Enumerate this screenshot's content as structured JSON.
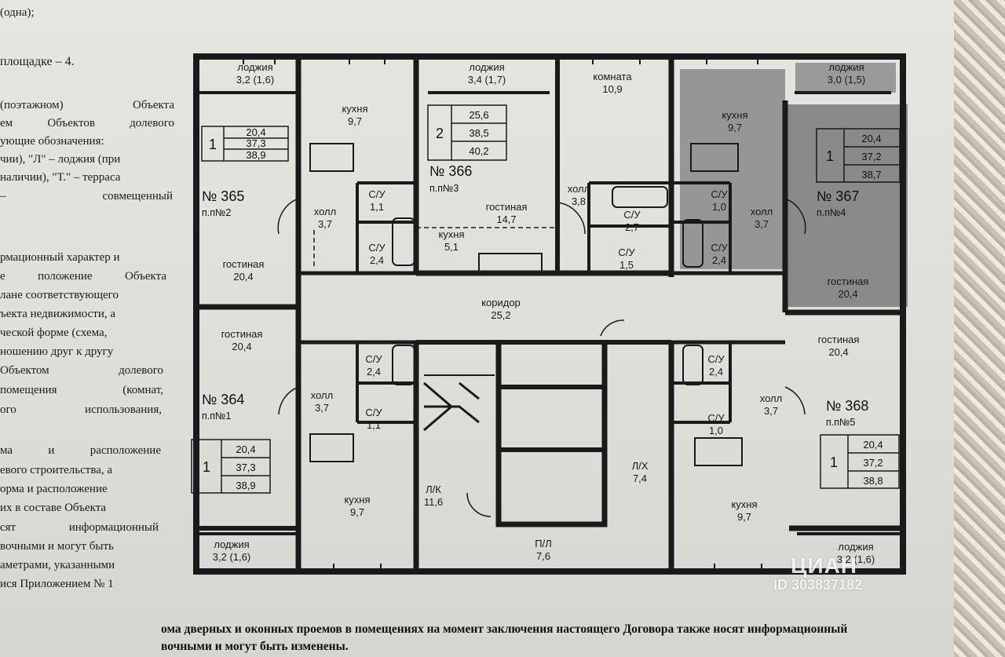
{
  "left_text": [
    "(одна);",
    "площадке – 4.",
    "(поэтажном)     Объекта",
    "ем   Объектов   долевого",
    "ующие обозначения:",
    "чии), \"Л\" – лоджия (при",
    "наличии), \"Т.\" – терраса",
    "–      совмещенный",
    "рмационный характер и",
    "е   положение   Объекта",
    "лане соответствующего",
    "ъекта недвижимости, а",
    "ческой форме (схема,",
    "ношению друг к другу",
    "Объектом     долевого",
    "помещения       (комнат,",
    "ого      использования,",
    "ма      и     расположение",
    "евого строительства, а",
    "орма и расположение",
    "их в составе Объекта",
    "сят    информационный",
    "вочными и могут быть",
    "аметрами, указанными",
    "ися Приложением № 1"
  ],
  "bottom_text": [
    "ома дверных и оконных проемов в помещениях на момент заключения настоящего Договора также носят информационный",
    "вочными и могут быть изменены."
  ],
  "rooms": {
    "r365_loggia": "лоджия",
    "r365_loggia_area": "3,2 (1,6)",
    "r365_kitchen": "кухня",
    "r365_kitchen_area": "9,7",
    "r365_hall": "холл",
    "r365_hall_area": "3,7",
    "r365_wc1": "С/У",
    "r365_wc1_area": "1,1",
    "r365_wc2": "С/У",
    "r365_wc2_area": "2,4",
    "r365_living": "гостиная",
    "r365_living_area": "20,4",
    "r366_loggia": "лоджия",
    "r366_loggia_area": "3,4 (1,7)",
    "r366_room": "комната",
    "r366_room_area": "10,9",
    "r366_hall": "холл",
    "r366_hall_area": "3,8",
    "r366_living": "гостиная",
    "r366_living_area": "14,7",
    "r366_kitchen": "кухня",
    "r366_kitchen_area": "5,1",
    "r366_wc1": "С/У",
    "r366_wc1_area": "2,7",
    "r366_wc2": "С/У",
    "r366_wc2_area": "1,5",
    "r367_loggia": "лоджия",
    "r367_loggia_area": "3,0 (1,5)",
    "r367_kitchen": "кухня",
    "r367_kitchen_area": "9,7",
    "r367_wc1": "С/У",
    "r367_wc1_area": "1,0",
    "r367_wc2": "С/У",
    "r367_wc2_area": "2,4",
    "r367_hall": "холл",
    "r367_hall_area": "3,7",
    "r367_living": "гостиная",
    "r367_living_area": "20,4",
    "corridor": "коридор",
    "corridor_area": "25,2",
    "r364_living": "гостиная",
    "r364_living_area": "20,4",
    "r364_wc1": "С/У",
    "r364_wc1_area": "2,4",
    "r364_wc2": "С/У",
    "r364_wc2_area": "1,1",
    "r364_hall": "холл",
    "r364_hall_area": "3,7",
    "r364_kitchen": "кухня",
    "r364_kitchen_area": "9,7",
    "r364_loggia": "лоджия",
    "r364_loggia_area": "3,2 (1,6)",
    "stair": "Л/К",
    "stair_area": "11,6",
    "lift_hall": "Л/Х",
    "lift_hall_area": "7,4",
    "pl": "П/Л",
    "pl_area": "7,6",
    "r368_living": "гостиная",
    "r368_living_area": "20,4",
    "r368_wc1": "С/У",
    "r368_wc1_area": "2,4",
    "r368_wc2": "С/У",
    "r368_wc2_area": "1,0",
    "r368_hall": "холл",
    "r368_hall_area": "3,7",
    "r368_kitchen": "кухня",
    "r368_kitchen_area": "9,7",
    "r368_loggia": "лоджия",
    "r368_loggia_area": "3,2 (1,6)"
  },
  "apartments": {
    "a365": {
      "number": "№ 365",
      "pp": "п.п№2",
      "rooms": "1",
      "a": "20,4",
      "b": "37,3",
      "c": "38,9"
    },
    "a366": {
      "number": "№ 366",
      "pp": "п.п№3",
      "rooms": "2",
      "a": "25,6",
      "b": "38,5",
      "c": "40,2"
    },
    "a367": {
      "number": "№ 367",
      "pp": "п.п№4",
      "rooms": "1",
      "a": "20,4",
      "b": "37,2",
      "c": "38,7"
    },
    "a364": {
      "number": "№ 364",
      "pp": "п.п№1",
      "rooms": "1",
      "a": "20,4",
      "b": "37,3",
      "c": "38,9"
    },
    "a368": {
      "number": "№ 368",
      "pp": "п.п№5",
      "rooms": "1",
      "a": "20,4",
      "b": "37,2",
      "c": "38,8"
    }
  },
  "watermark": {
    "brand": "ЦИАН",
    "id": "ID 303837182"
  },
  "colors": {
    "wall": "#1a1a1a",
    "shaded_unit": "#8e8e8e",
    "paper": "#e2e2dc"
  }
}
